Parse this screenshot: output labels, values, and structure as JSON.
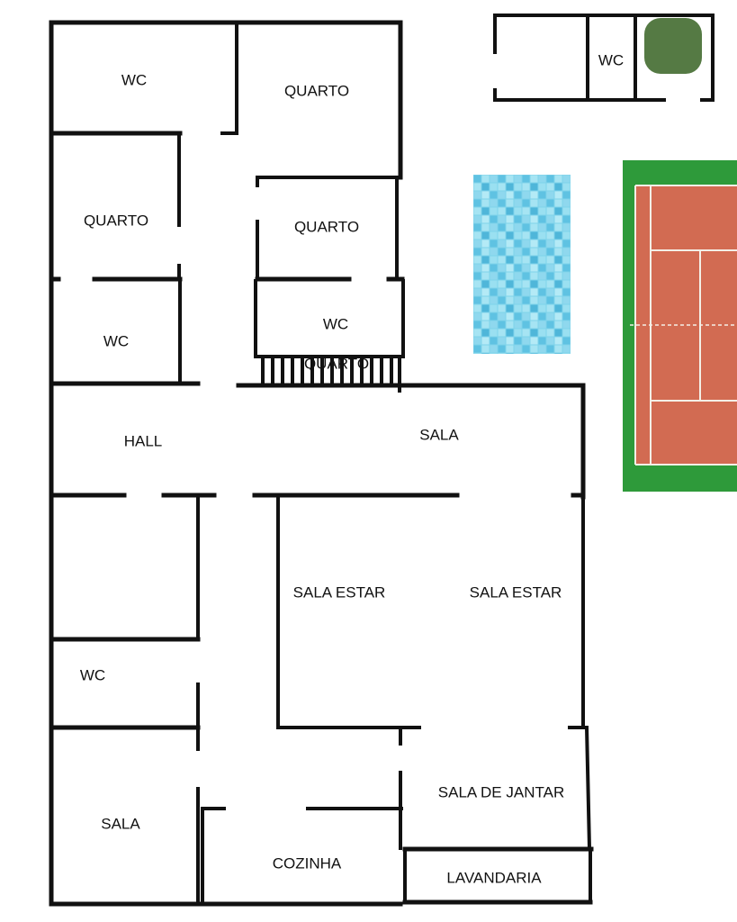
{
  "rooms": [
    {
      "key": "wc_top_left",
      "label": "WC"
    },
    {
      "key": "quarto_top",
      "label": "QUARTO"
    },
    {
      "key": "quarto_left",
      "label": "QUARTO"
    },
    {
      "key": "quarto_mid",
      "label": "QUARTO"
    },
    {
      "key": "wc_left_mid",
      "label": "WC"
    },
    {
      "key": "wc_mid",
      "label": "WC"
    },
    {
      "key": "quarto_stair",
      "label": "QUARTO"
    },
    {
      "key": "hall",
      "label": "HALL"
    },
    {
      "key": "sala_top",
      "label": "SALA"
    },
    {
      "key": "sala_estar_left",
      "label": "SALA ESTAR"
    },
    {
      "key": "sala_estar_right",
      "label": "SALA ESTAR"
    },
    {
      "key": "wc_lower_left",
      "label": "WC"
    },
    {
      "key": "sala_de_jantar",
      "label": "SALA DE JANTAR"
    },
    {
      "key": "sala_bottom",
      "label": "SALA"
    },
    {
      "key": "cozinha",
      "label": "COZINHA"
    },
    {
      "key": "lavandaria",
      "label": "LAVANDARIA"
    },
    {
      "key": "wc_outbuilding",
      "label": "WC"
    }
  ],
  "colors": {
    "wall": "#111111",
    "pool_base": "#7fd3ea",
    "pool_tile_dark": "#4fb6d9",
    "pool_tile_light": "#a6e4f3",
    "court_surround": "#2e9a3a",
    "court_clay": "#d26b52",
    "shrub": "#557a44"
  }
}
